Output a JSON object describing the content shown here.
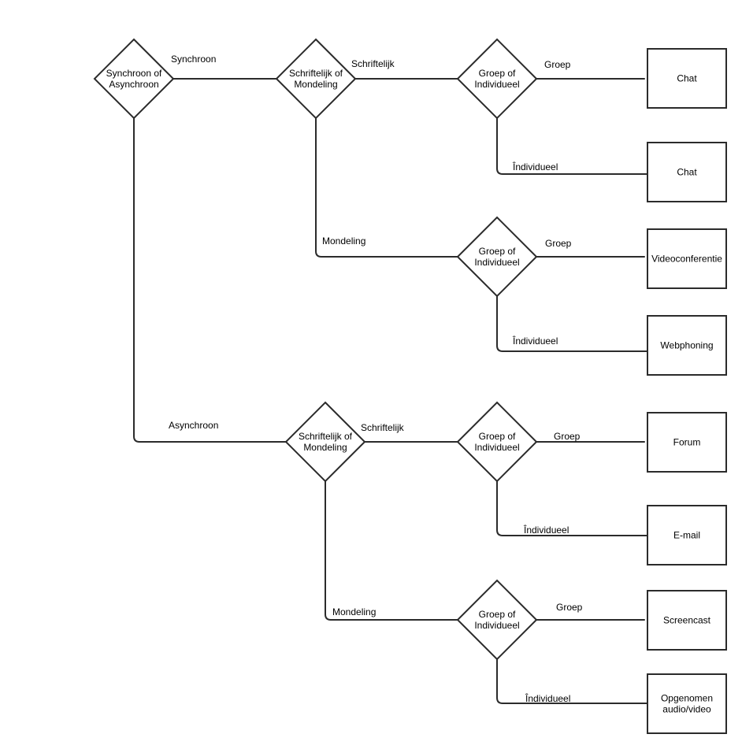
{
  "diagram": {
    "colors": {
      "stroke": "#2b2b2b",
      "fill": "#ffffff",
      "text": "#000000",
      "background": "#ffffff"
    },
    "nodes": [
      {
        "id": "d1",
        "shape": "diamond",
        "lines": [
          "Synchroon of",
          "Asynchroon"
        ]
      },
      {
        "id": "d2",
        "shape": "diamond",
        "lines": [
          "Schriftelijk of",
          "Mondeling"
        ]
      },
      {
        "id": "d3",
        "shape": "diamond",
        "lines": [
          "Schriftelijk of",
          "Mondeling"
        ]
      },
      {
        "id": "d4",
        "shape": "diamond",
        "lines": [
          "Groep of",
          "Individueel"
        ]
      },
      {
        "id": "d5",
        "shape": "diamond",
        "lines": [
          "Groep of",
          "Individueel"
        ]
      },
      {
        "id": "d6",
        "shape": "diamond",
        "lines": [
          "Groep of",
          "Individueel"
        ]
      },
      {
        "id": "d7",
        "shape": "diamond",
        "lines": [
          "Groep of",
          "Individueel"
        ]
      },
      {
        "id": "r1",
        "shape": "rect",
        "lines": [
          "Chat"
        ]
      },
      {
        "id": "r2",
        "shape": "rect",
        "lines": [
          "Chat"
        ]
      },
      {
        "id": "r3",
        "shape": "rect",
        "lines": [
          "Videoconferentie"
        ]
      },
      {
        "id": "r4",
        "shape": "rect",
        "lines": [
          "Webphoning"
        ]
      },
      {
        "id": "r5",
        "shape": "rect",
        "lines": [
          "Forum"
        ]
      },
      {
        "id": "r6",
        "shape": "rect",
        "lines": [
          "E-mail"
        ]
      },
      {
        "id": "r7",
        "shape": "rect",
        "lines": [
          "Screencast"
        ]
      },
      {
        "id": "r8",
        "shape": "rect",
        "lines": [
          "Opgenomen",
          "audio/video"
        ]
      }
    ],
    "edges": [
      {
        "id": "e1",
        "from": "d1",
        "to": "d2",
        "label": "Synchroon"
      },
      {
        "id": "e2",
        "from": "d1",
        "to": "d3",
        "label": "Asynchroon"
      },
      {
        "id": "e3",
        "from": "d2",
        "to": "d4",
        "label": "Schriftelijk"
      },
      {
        "id": "e4",
        "from": "d2",
        "to": "d5",
        "label": "Mondeling"
      },
      {
        "id": "e5",
        "from": "d4",
        "to": "r1",
        "label": "Groep"
      },
      {
        "id": "e6",
        "from": "d4",
        "to": "r2",
        "label": "Îndividueel"
      },
      {
        "id": "e7",
        "from": "d5",
        "to": "r3",
        "label": "Groep"
      },
      {
        "id": "e8",
        "from": "d5",
        "to": "r4",
        "label": "Îndividueel"
      },
      {
        "id": "e9",
        "from": "d3",
        "to": "d6",
        "label": "Schriftelijk"
      },
      {
        "id": "e10",
        "from": "d3",
        "to": "d7",
        "label": "Mondeling"
      },
      {
        "id": "e11",
        "from": "d6",
        "to": "r5",
        "label": "Groep"
      },
      {
        "id": "e12",
        "from": "d6",
        "to": "r6",
        "label": "Îndividueel"
      },
      {
        "id": "e13",
        "from": "d7",
        "to": "r7",
        "label": "Groep"
      },
      {
        "id": "e14",
        "from": "d7",
        "to": "r8",
        "label": "Îndividueel"
      }
    ]
  }
}
